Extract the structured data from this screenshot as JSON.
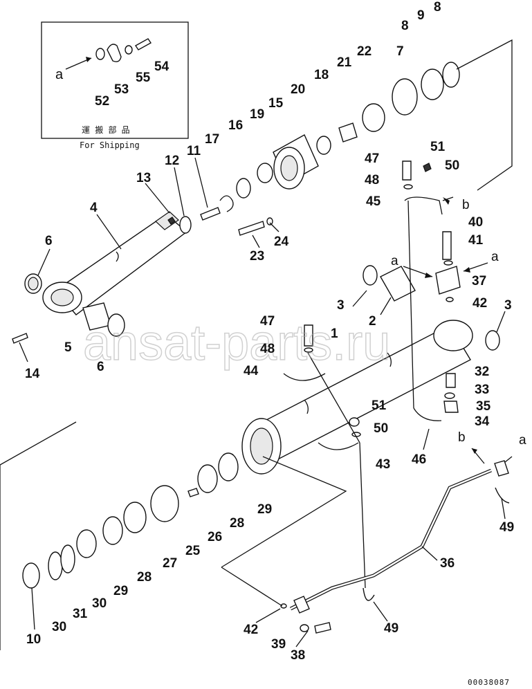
{
  "inset": {
    "label_jp": "運 搬 部 品",
    "label_en": "For Shipping"
  },
  "watermark": "ansat-parts.ru",
  "drawing_id": "00038087",
  "ref_letters": {
    "a": "a",
    "b": "b"
  },
  "parts": {
    "p1": "1",
    "p2": "2",
    "p3": "3",
    "p4": "4",
    "p5": "5",
    "p6": "6",
    "p7": "7",
    "p8": "8",
    "p9": "9",
    "p10": "10",
    "p11": "11",
    "p12": "12",
    "p13": "13",
    "p14": "14",
    "p15": "15",
    "p16": "16",
    "p17": "17",
    "p18": "18",
    "p19": "19",
    "p20": "20",
    "p21": "21",
    "p22": "22",
    "p23": "23",
    "p24": "24",
    "p25": "25",
    "p26": "26",
    "p27": "27",
    "p28": "28",
    "p29": "29",
    "p30": "30",
    "p31": "31",
    "p32": "32",
    "p33": "33",
    "p34": "34",
    "p35": "35",
    "p36": "36",
    "p37": "37",
    "p38": "38",
    "p39": "39",
    "p40": "40",
    "p41": "41",
    "p42": "42",
    "p43": "43",
    "p44": "44",
    "p45": "45",
    "p46": "46",
    "p47": "47",
    "p48": "48",
    "p49": "49",
    "p50": "50",
    "p51": "51",
    "p52": "52",
    "p53": "53",
    "p54": "54",
    "p55": "55"
  }
}
